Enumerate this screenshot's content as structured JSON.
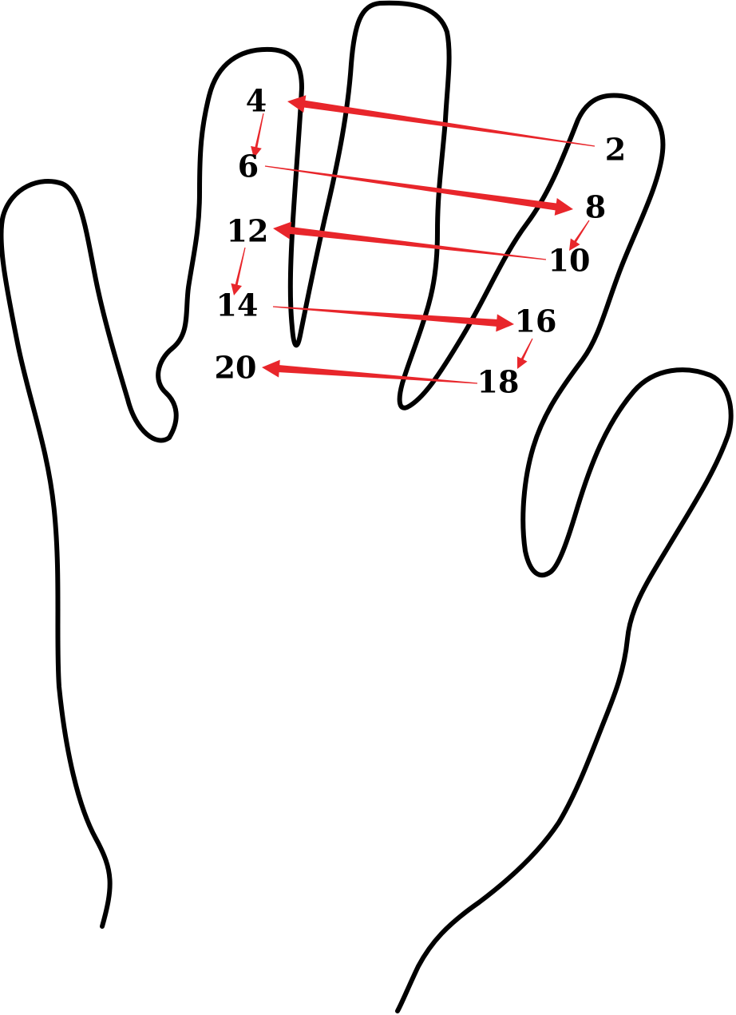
{
  "colors": {
    "outline": "#000000",
    "arrow": "#e8262b",
    "label": "#000000",
    "background": "#ffffff"
  },
  "points": [
    {
      "id": "p2",
      "label": "2"
    },
    {
      "id": "p4",
      "label": "4"
    },
    {
      "id": "p6",
      "label": "6"
    },
    {
      "id": "p8",
      "label": "8"
    },
    {
      "id": "p10",
      "label": "10"
    },
    {
      "id": "p12",
      "label": "12"
    },
    {
      "id": "p14",
      "label": "14"
    },
    {
      "id": "p16",
      "label": "16"
    },
    {
      "id": "p18",
      "label": "18"
    },
    {
      "id": "p20",
      "label": "20"
    }
  ],
  "sequence": [
    {
      "from": "2",
      "to": "4",
      "style": "thick"
    },
    {
      "from": "4",
      "to": "6",
      "style": "thin"
    },
    {
      "from": "6",
      "to": "8",
      "style": "thick"
    },
    {
      "from": "8",
      "to": "10",
      "style": "thin"
    },
    {
      "from": "10",
      "to": "12",
      "style": "thick"
    },
    {
      "from": "12",
      "to": "14",
      "style": "thin"
    },
    {
      "from": "14",
      "to": "16",
      "style": "thick"
    },
    {
      "from": "16",
      "to": "18",
      "style": "thin"
    },
    {
      "from": "18",
      "to": "20",
      "style": "thick"
    }
  ]
}
